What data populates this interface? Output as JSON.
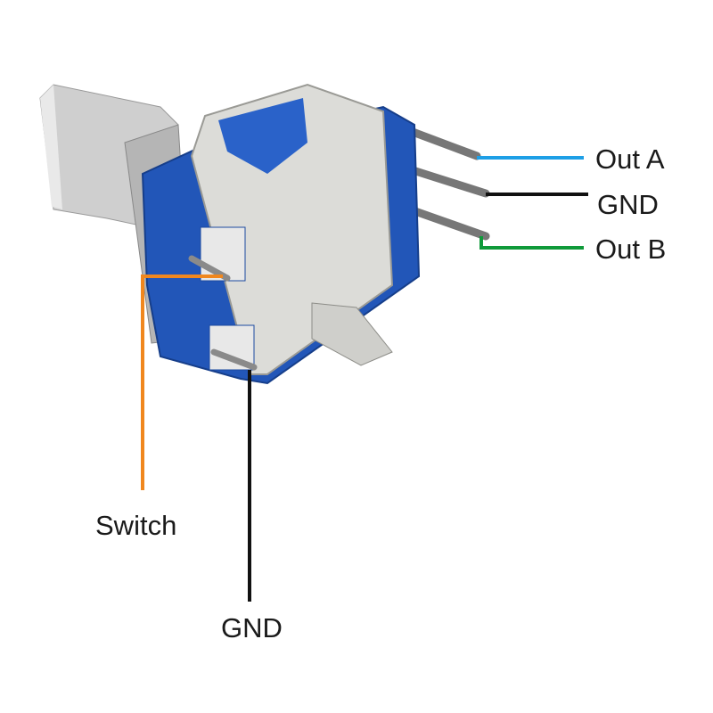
{
  "title": "Rotary encoder pinout",
  "pins": {
    "out_a": {
      "label": "Out A",
      "color": "#1e9fe6"
    },
    "gnd_right": {
      "label": "GND",
      "color": "#111111"
    },
    "out_b": {
      "label": "Out B",
      "color": "#0f9a3a"
    },
    "switch": {
      "label": "Switch",
      "color": "#f0871e"
    },
    "gnd_bottom": {
      "label": "GND",
      "color": "#111111"
    }
  },
  "colors": {
    "body_blue": "#2256b8",
    "metal": "#dcdcd8",
    "shaft": "#c8c8c8"
  }
}
